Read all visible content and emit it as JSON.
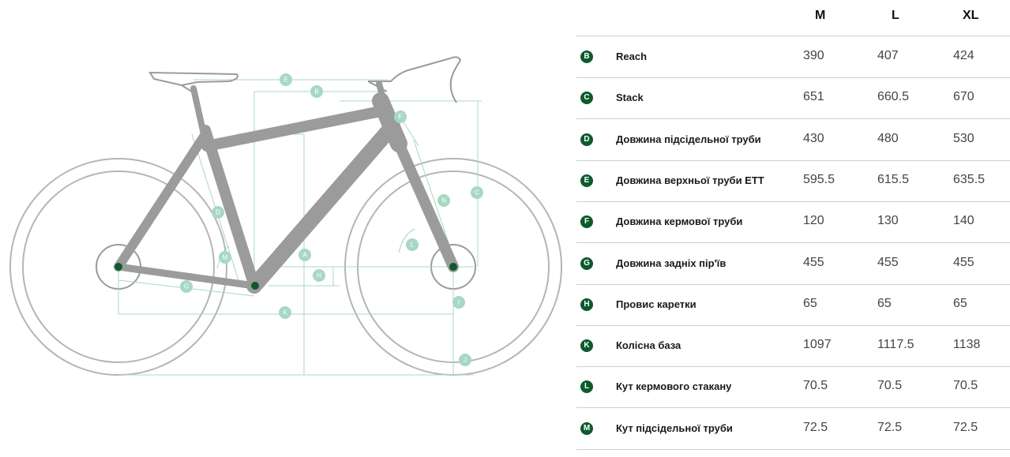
{
  "diagram": {
    "labels": {
      "A": "A",
      "B": "B",
      "C": "C",
      "D": "D",
      "E": "E",
      "F": "F",
      "G": "G",
      "H": "H",
      "I": "I",
      "J": "J",
      "K": "K",
      "L": "L",
      "M": "M",
      "N": "N"
    }
  },
  "table": {
    "sizes": [
      "M",
      "L",
      "XL"
    ],
    "rows": [
      {
        "key": "B",
        "name": "Reach",
        "values": [
          "390",
          "407",
          "424"
        ]
      },
      {
        "key": "C",
        "name": "Stack",
        "values": [
          "651",
          "660.5",
          "670"
        ]
      },
      {
        "key": "D",
        "name": "Довжина підсідельної труби",
        "values": [
          "430",
          "480",
          "530"
        ]
      },
      {
        "key": "E",
        "name": "Довжина верхньої труби ETT",
        "values": [
          "595.5",
          "615.5",
          "635.5"
        ]
      },
      {
        "key": "F",
        "name": "Довжина кермової труби",
        "values": [
          "120",
          "130",
          "140"
        ]
      },
      {
        "key": "G",
        "name": "Довжина задніх пір'їв",
        "values": [
          "455",
          "455",
          "455"
        ]
      },
      {
        "key": "H",
        "name": "Провис каретки",
        "values": [
          "65",
          "65",
          "65"
        ]
      },
      {
        "key": "K",
        "name": "Колісна база",
        "values": [
          "1097",
          "1117.5",
          "1138"
        ]
      },
      {
        "key": "L",
        "name": "Кут кермового стакану",
        "values": [
          "70.5",
          "70.5",
          "70.5"
        ]
      },
      {
        "key": "M",
        "name": "Кут підсідельної труби",
        "values": [
          "72.5",
          "72.5",
          "72.5"
        ]
      }
    ]
  },
  "colors": {
    "badge": "#0d5a2d",
    "frame": "#9b9b9b",
    "measure": "#a8d8c4",
    "hub": "#0d5a2d"
  }
}
